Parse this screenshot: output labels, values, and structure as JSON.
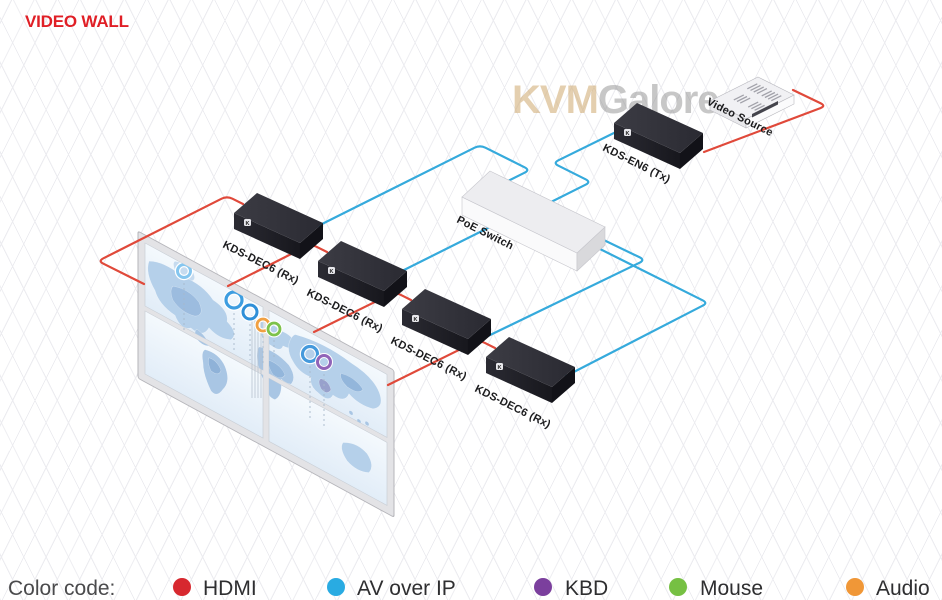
{
  "title": "VIDEO WALL",
  "title_color": "#e01f26",
  "watermark": {
    "part1": "KVM",
    "part2": "Galore"
  },
  "devices": {
    "video_source": {
      "label": "Video Source"
    },
    "encoder": {
      "label": "KDS-EN6 (Tx)"
    },
    "poe_switch": {
      "label": "PoE Switch"
    },
    "receivers": [
      {
        "label": "KDS-DEC6 (Rx)"
      },
      {
        "label": "KDS-DEC6 (Rx)"
      },
      {
        "label": "KDS-DEC6 (Rx)"
      },
      {
        "label": "KDS-DEC6 (Rx)"
      }
    ],
    "logo_letter": "K"
  },
  "cables": {
    "hdmi": "#e0493a",
    "av_over_ip": "#35aadc"
  },
  "wall": {
    "rows": 2,
    "columns": 2,
    "markers": [
      {
        "color": "#85c6ef"
      },
      {
        "color": "#3d9de0"
      },
      {
        "color": "#2e8fd8"
      },
      {
        "color": "#f0a042"
      },
      {
        "color": "#7dc24b"
      },
      {
        "color": "#4499dc"
      },
      {
        "color": "#9064b8"
      }
    ]
  },
  "legend": {
    "title": "Color code:",
    "items": [
      {
        "label": "HDMI",
        "color": "#d7282f"
      },
      {
        "label": "AV over IP",
        "color": "#29abe2"
      },
      {
        "label": "KBD",
        "color": "#7b3f9d"
      },
      {
        "label": "Mouse",
        "color": "#76c043"
      },
      {
        "label": "Audio",
        "color": "#f09737"
      }
    ]
  }
}
